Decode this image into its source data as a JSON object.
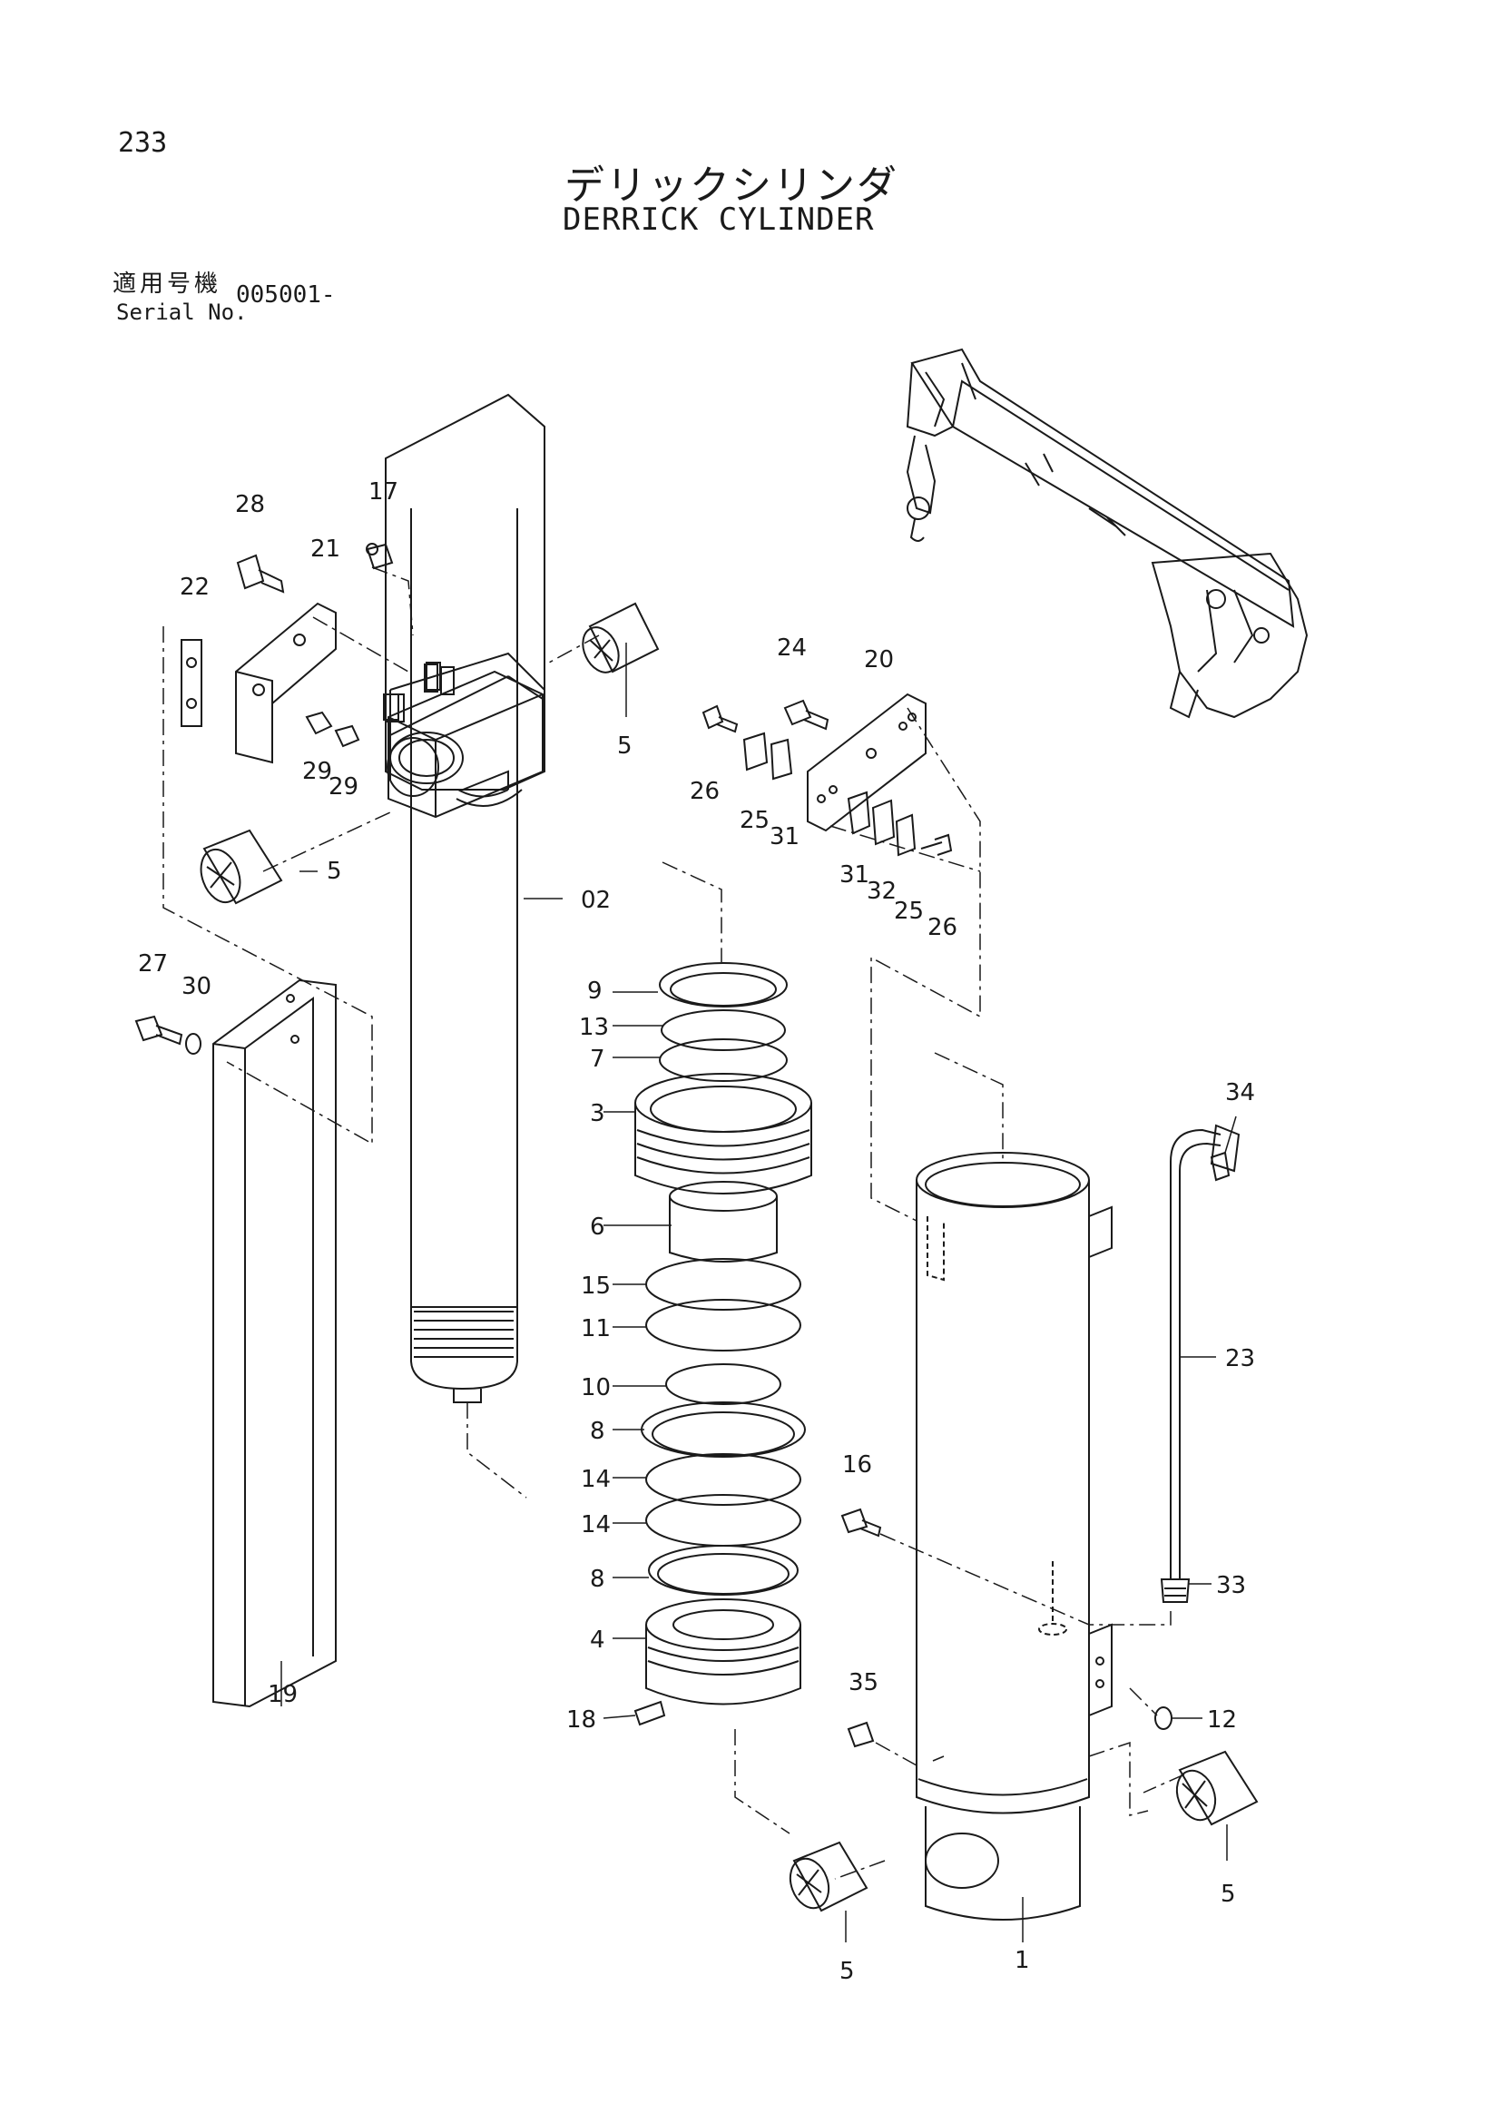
{
  "page_number": "233",
  "title_jp": "デリックシリンダ",
  "title_en": "DERRICK CYLINDER",
  "serial": {
    "label_jp": "適用号機",
    "label_en": "Serial No.",
    "value": "005001-"
  },
  "callouts": {
    "c01": "1",
    "c02": "02",
    "c03": "3",
    "c04": "4",
    "c05a": "5",
    "c05b": "5",
    "c05c": "5",
    "c05d": "5",
    "c06": "6",
    "c07": "7",
    "c08a": "8",
    "c08b": "8",
    "c09": "9",
    "c10": "10",
    "c11": "11",
    "c12": "12",
    "c13": "13",
    "c14a": "14",
    "c14b": "14",
    "c15": "15",
    "c16": "16",
    "c17": "17",
    "c18": "18",
    "c19": "19",
    "c20": "20",
    "c21": "21",
    "c22": "22",
    "c23": "23",
    "c24": "24",
    "c25a": "25",
    "c25b": "25",
    "c26a": "26",
    "c26b": "26",
    "c27": "27",
    "c28": "28",
    "c29a": "29",
    "c29b": "29",
    "c30": "30",
    "c31a": "31",
    "c31b": "31",
    "c32": "32",
    "c33": "33",
    "c34": "34",
    "c35": "35"
  }
}
